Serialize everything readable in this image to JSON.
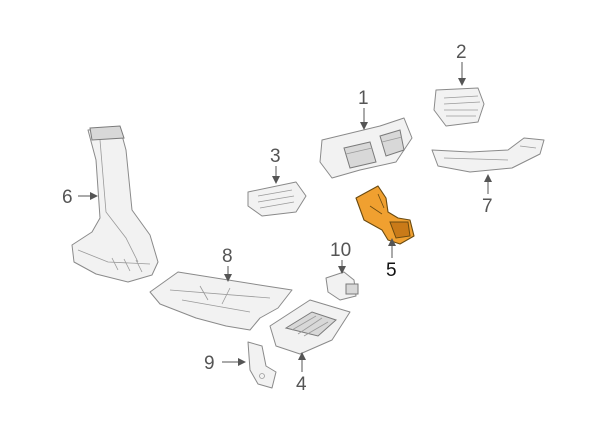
{
  "diagram": {
    "callouts": {
      "c1": "1",
      "c2": "2",
      "c3": "3",
      "c4": "4",
      "c5": "5",
      "c6": "6",
      "c7": "7",
      "c8": "8",
      "c9": "9",
      "c10": "10"
    },
    "highlighted_part": "5",
    "colors": {
      "highlight": "#f0a030",
      "line": "#8a8a8a",
      "background": "#ffffff"
    }
  }
}
